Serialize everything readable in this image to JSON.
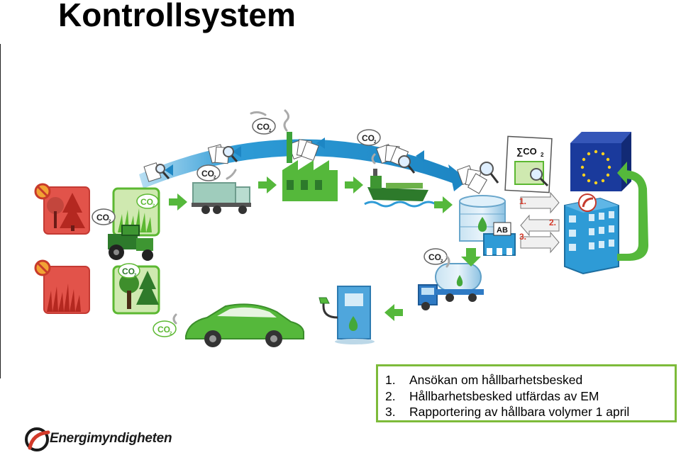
{
  "title": "Kontrollsystem",
  "co2_label": "CO",
  "co2_sub": "2",
  "sum_co2": "∑CO",
  "ab_label": "AB",
  "flow_numbers": [
    "1.",
    "2.",
    "3."
  ],
  "steps": [
    {
      "num": "1.",
      "text": "Ansökan om hållbarhetsbesked"
    },
    {
      "num": "2.",
      "text": "Hållbarhetsbesked utfärdas av EM"
    },
    {
      "num": "3.",
      "text": "Rapportering av hållbara volymer 1 april"
    }
  ],
  "logo": {
    "text": "Energimyndigheten",
    "icon": "energimyndigheten-logo-icon"
  },
  "colors": {
    "green": "#5cb832",
    "blue_arc": "#2e9bd6",
    "red": "#e2534a",
    "eu_blue": "#1a3a9c",
    "steps_border": "#7dbb3a"
  }
}
